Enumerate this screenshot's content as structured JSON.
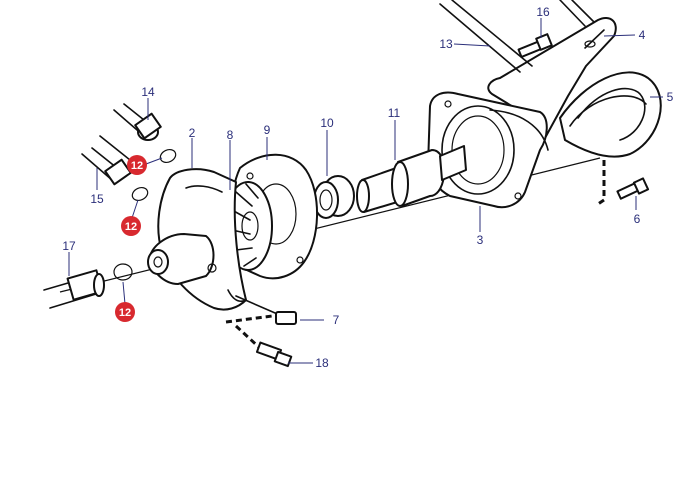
{
  "callouts": [
    {
      "id": "c2",
      "label": "2"
    },
    {
      "id": "c3",
      "label": "3"
    },
    {
      "id": "c4",
      "label": "4"
    },
    {
      "id": "c5",
      "label": "5"
    },
    {
      "id": "c6",
      "label": "6"
    },
    {
      "id": "c7",
      "label": "7"
    },
    {
      "id": "c8",
      "label": "8"
    },
    {
      "id": "c9",
      "label": "9"
    },
    {
      "id": "c10",
      "label": "10"
    },
    {
      "id": "c11",
      "label": "11"
    },
    {
      "id": "c13",
      "label": "13"
    },
    {
      "id": "c14",
      "label": "14"
    },
    {
      "id": "c15",
      "label": "15"
    },
    {
      "id": "c16",
      "label": "16"
    },
    {
      "id": "c17",
      "label": "17"
    },
    {
      "id": "c18",
      "label": "18"
    }
  ],
  "highlight": {
    "label": "12",
    "color": "#d8292f",
    "leader_color": "#2b2f7a"
  }
}
